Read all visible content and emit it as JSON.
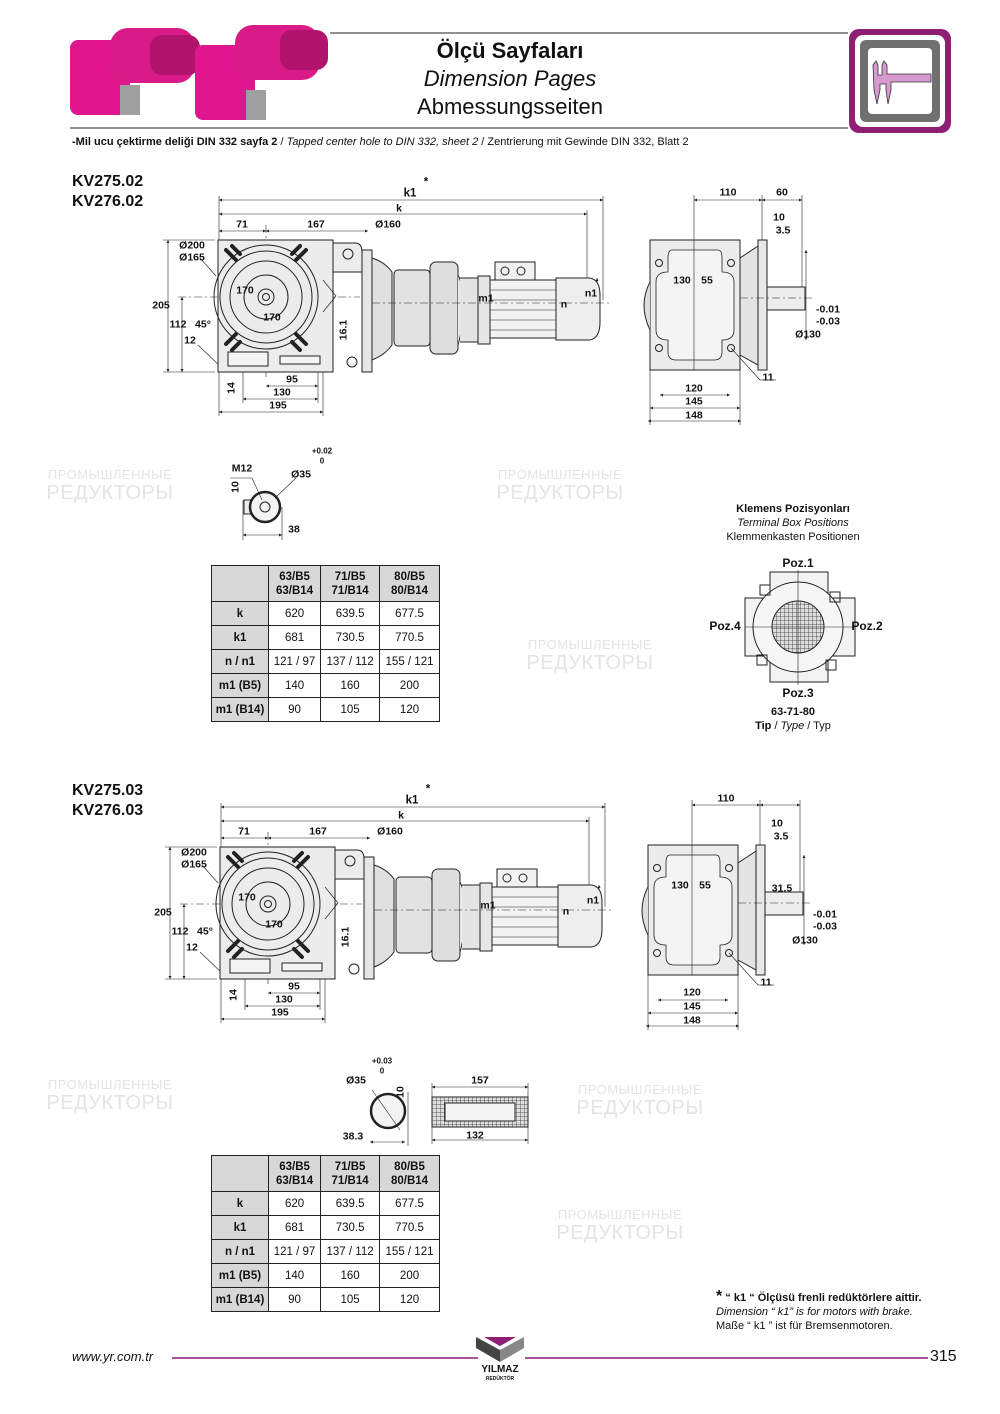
{
  "watermark": {
    "line1": "ПРОМЫШЛЕННЫЕ",
    "line2": "РЕДУКТОРЫ"
  },
  "header": {
    "title_tr": "Ölçü Sayfaları",
    "title_en": "Dimension Pages",
    "title_de": "Abmessungsseiten",
    "icon": "caliper-icon",
    "accent_color": "#8e1f74"
  },
  "note": {
    "tr": "-Mil ucu çektirme deliği DIN 332 sayfa 2",
    "sep": "/",
    "en": "Tapped center hole to DIN 332, sheet 2",
    "de": "Zentrierung mit Gewinde DIN 332, Blatt 2"
  },
  "section1": {
    "models": [
      "KV275.02",
      "KV276.02"
    ],
    "front": {
      "k1": "k1",
      "star": "*",
      "k": "k",
      "d71": "71",
      "d167": "167",
      "phi160": "Ø160",
      "phi200": "Ø200",
      "phi165": "Ø165",
      "d170a": "170",
      "d170b": "170",
      "d205": "205",
      "d112": "112",
      "angle": "45°",
      "d12": "12",
      "d16_1": "16.1",
      "d95": "95",
      "d130": "130",
      "d195": "195",
      "d14": "14",
      "m1": "m1",
      "n": "n",
      "n1": "n1"
    },
    "side": {
      "d110": "110",
      "d60": "60",
      "d10": "10",
      "d3_5": "3.5",
      "d130": "130",
      "d55": "55",
      "tol_upper": "-0.01",
      "tol_lower": "-0.03",
      "phi130": "Ø130",
      "d11": "11",
      "d120": "120",
      "d145": "145",
      "d148": "148"
    },
    "shaft": {
      "thread": "M12",
      "phi35": "Ø35",
      "tol_upper": "+0.02",
      "tol_lower": "0",
      "d10": "10",
      "d38": "38"
    },
    "table": {
      "headers": [
        [
          "63/B5",
          "63/B14"
        ],
        [
          "71/B5",
          "71/B14"
        ],
        [
          "80/B5",
          "80/B14"
        ]
      ],
      "rows": [
        {
          "label": "k",
          "values": [
            "620",
            "639.5",
            "677.5"
          ]
        },
        {
          "label": "k1",
          "values": [
            "681",
            "730.5",
            "770.5"
          ]
        },
        {
          "label": "n / n1",
          "values": [
            "121 / 97",
            "137 / 112",
            "155 / 121"
          ]
        },
        {
          "label": "m1 (B5)",
          "values": [
            "140",
            "160",
            "200"
          ]
        },
        {
          "label": "m1 (B14)",
          "values": [
            "90",
            "105",
            "120"
          ]
        }
      ]
    }
  },
  "terminal_box": {
    "title_tr": "Klemens Pozisyonları",
    "title_en": "Terminal Box Positions",
    "title_de": "Klemmenkasten Positionen",
    "poz1": "Poz.1",
    "poz2": "Poz.2",
    "poz3": "Poz.3",
    "poz4": "Poz.4",
    "sizes": "63-71-80",
    "type_tr": "Tip",
    "sep": "/",
    "type_en": "Type",
    "type_de": "Typ"
  },
  "section2": {
    "models": [
      "KV275.03",
      "KV276.03"
    ],
    "front": {
      "k1": "k1",
      "star": "*",
      "k": "k",
      "d71": "71",
      "d167": "167",
      "phi160": "Ø160",
      "phi200": "Ø200",
      "phi165": "Ø165",
      "d170a": "170",
      "d170b": "170",
      "d205": "205",
      "d112": "112",
      "angle": "45°",
      "d12": "12",
      "d16_1": "16.1",
      "d95": "95",
      "d130": "130",
      "d195": "195",
      "d14": "14",
      "m1": "m1",
      "n": "n",
      "n1": "n1"
    },
    "side": {
      "d110": "110",
      "d10": "10",
      "d3_5": "3.5",
      "d130": "130",
      "d55": "55",
      "d31_5": "31.5",
      "tol_upper": "-0.01",
      "tol_lower": "-0.03",
      "phi130": "Ø130",
      "d11": "11",
      "d120": "120",
      "d145": "145",
      "d148": "148"
    },
    "shaft": {
      "tol_upper": "+0.03",
      "tol_lower": "0",
      "phi35": "Ø35",
      "d10": "10",
      "d38_3": "38.3",
      "d157": "157",
      "d132": "132"
    },
    "table": {
      "headers": [
        [
          "63/B5",
          "63/B14"
        ],
        [
          "71/B5",
          "71/B14"
        ],
        [
          "80/B5",
          "80/B14"
        ]
      ],
      "rows": [
        {
          "label": "k",
          "values": [
            "620",
            "639.5",
            "677.5"
          ]
        },
        {
          "label": "k1",
          "values": [
            "681",
            "730.5",
            "770.5"
          ]
        },
        {
          "label": "n / n1",
          "values": [
            "121 / 97",
            "137 / 112",
            "155 / 121"
          ]
        },
        {
          "label": "m1 (B5)",
          "values": [
            "140",
            "160",
            "200"
          ]
        },
        {
          "label": "m1 (B14)",
          "values": [
            "90",
            "105",
            "120"
          ]
        }
      ]
    }
  },
  "footnote": {
    "star": "*",
    "tr": "“ k1 “ Ölçüsü frenli redüktörlere aittir.",
    "en": "Dimension “ k1” is for motors with brake.",
    "de": "Maße “ k1 ” ist für Bremsenmotoren."
  },
  "footer": {
    "url": "www.yr.com.tr",
    "page_number": "315",
    "logo_name": "YILMAZ",
    "logo_sub": "REDÜKTÖR"
  }
}
